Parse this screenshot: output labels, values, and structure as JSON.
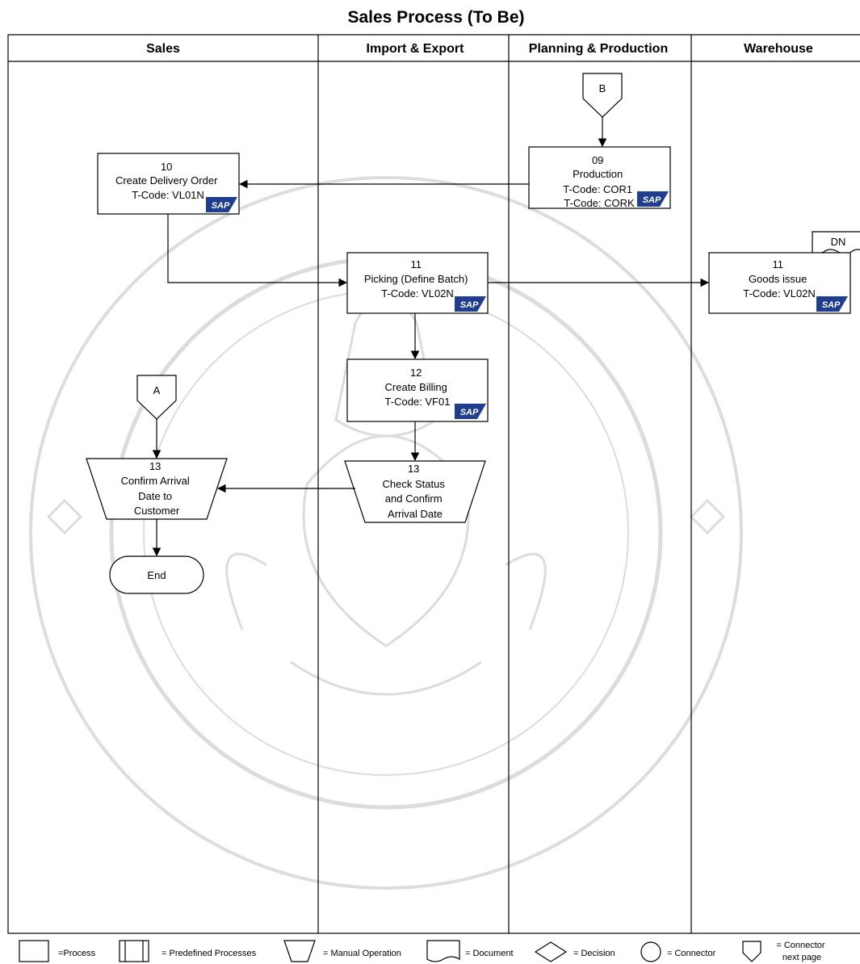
{
  "title": "Sales Process (To Be)",
  "lanes": [
    {
      "name": "Sales"
    },
    {
      "name": "Import & Export"
    },
    {
      "name": "Planning & Production"
    },
    {
      "name": "Warehouse"
    }
  ],
  "connectors": {
    "b": "B",
    "a": "A"
  },
  "nodes": {
    "n09": {
      "lines": [
        "09",
        "Production",
        "T-Code: COR1",
        "T-Code: CORK"
      ],
      "sap": "SAP"
    },
    "n10": {
      "lines": [
        "10",
        "Create Delivery Order",
        "T-Code: VL01N"
      ],
      "sap": "SAP"
    },
    "n11_pick": {
      "lines": [
        "11",
        "Picking (Define Batch)",
        "T-Code: VL02N"
      ],
      "sap": "SAP"
    },
    "n11_goods": {
      "lines": [
        "11",
        "Goods issue",
        "T-Code: VL02N"
      ],
      "sap": "SAP",
      "doc": "DN"
    },
    "n12": {
      "lines": [
        "12",
        "Create Billing",
        "T-Code: VF01"
      ],
      "sap": "SAP"
    },
    "n13_check": {
      "lines": [
        "13",
        "Check Status",
        "and Confirm",
        "Arrival Date"
      ]
    },
    "n13_confirm": {
      "lines": [
        "13",
        "Confirm Arrival",
        "Date to",
        "Customer"
      ]
    },
    "end": {
      "label": "End"
    }
  },
  "legend": [
    {
      "shape": "process",
      "label": "=Process"
    },
    {
      "shape": "predefined-process",
      "label": "= Predefined Processes"
    },
    {
      "shape": "manual-operation",
      "label": "= Manual Operation"
    },
    {
      "shape": "document",
      "label": "= Document"
    },
    {
      "shape": "decision",
      "label": "= Decision"
    },
    {
      "shape": "connector",
      "label": "= Connector"
    },
    {
      "shape": "offpage-connector",
      "label": "= Connector next page"
    }
  ]
}
